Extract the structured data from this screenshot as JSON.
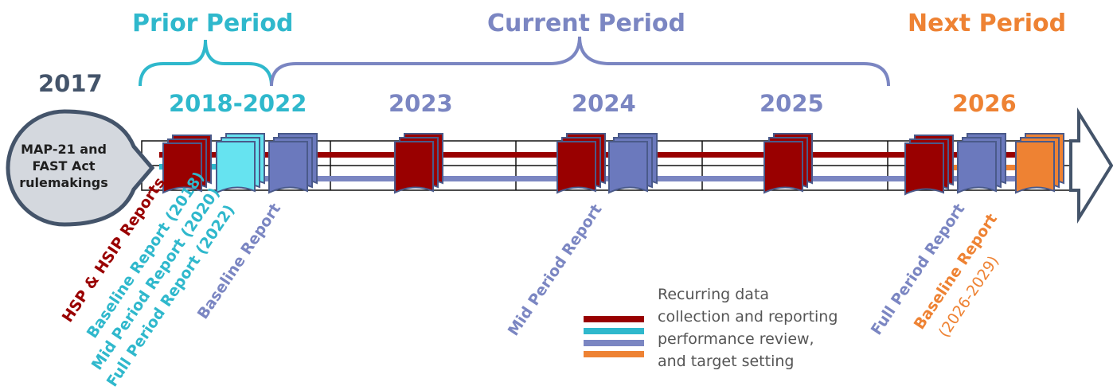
{
  "colors": {
    "red": "#990000",
    "cyan": "#2fb8cc",
    "cyan_fill": "#66e3f0",
    "blue": "#7b86c2",
    "blue_fill": "#6b79bd",
    "orange": "#ee8233",
    "slate": "#44546a"
  },
  "periods": {
    "prior": "Prior Period",
    "current": "Current Period",
    "next": "Next Period"
  },
  "years": {
    "y2017": "2017",
    "y2018_2022": "2018-2022",
    "y2023": "2023",
    "y2024": "2024",
    "y2025": "2025",
    "y2026": "2026"
  },
  "origin": {
    "lines": [
      "MAP-21 and",
      "FAST Act",
      "rulemakings"
    ]
  },
  "reports": {
    "hsp": "HSP & HSIP Reports",
    "baseline_2018": "Baseline Report (2018)",
    "mid_2020": "Mid Period Report (2020)",
    "full_2022": "Full Period Report (2022)",
    "baseline": "Baseline Report",
    "mid_period": "Mid Period Report",
    "full_period": "Full Period Report",
    "baseline_next": "Baseline Report",
    "baseline_next_years": "(2026-2029)"
  },
  "legend": {
    "lines": [
      "Recurring data",
      "collection and reporting",
      "performance review,",
      "and target setting"
    ]
  }
}
